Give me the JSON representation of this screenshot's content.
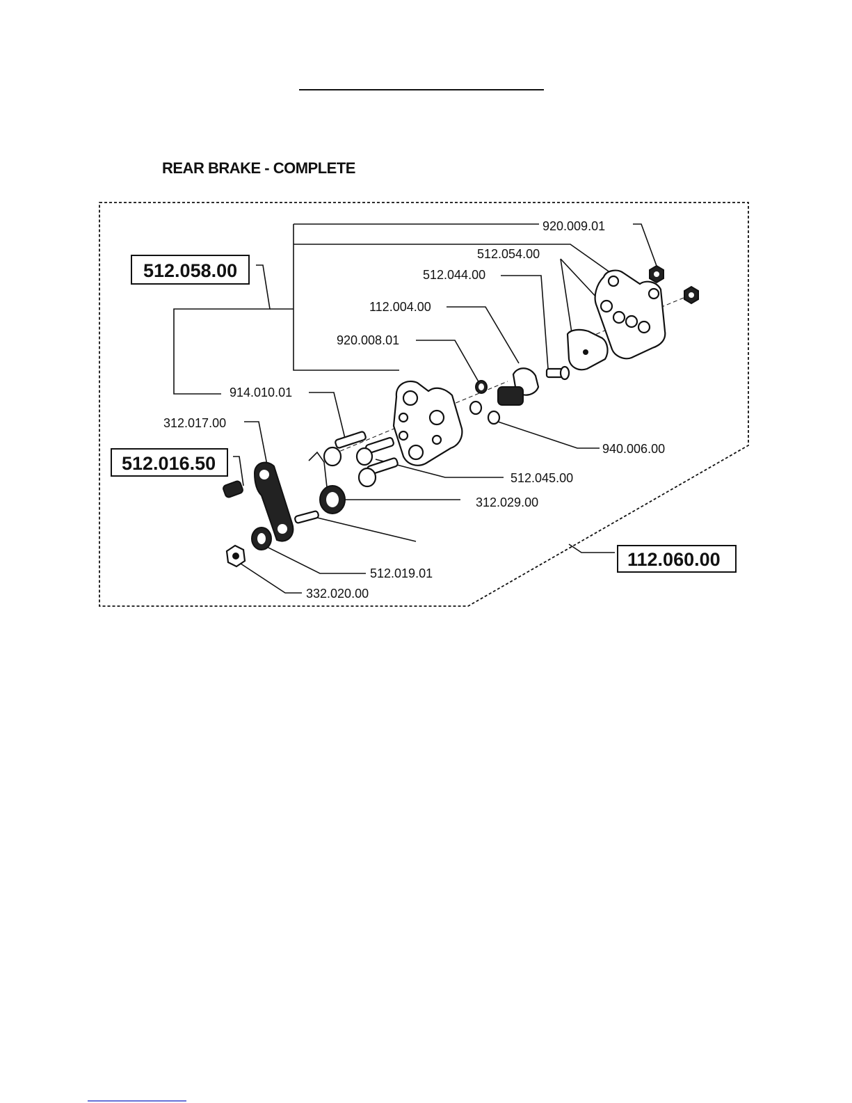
{
  "title": "REAR BRAKE - COMPLETE",
  "assemblies": {
    "main": "512.058.00",
    "link": "512.016.50",
    "complete": "112.060.00"
  },
  "parts": {
    "p920_009_01": "920.009.01",
    "p512_054_00": "512.054.00",
    "p512_044_00": "512.044.00",
    "p112_004_00": "112.004.00",
    "p920_008_01": "920.008.01",
    "p914_010_01": "914.010.01",
    "p312_017_00": "312.017.00",
    "p940_006_00": "940.006.00",
    "p512_045_00": "512.045.00",
    "p312_029_00": "312.029.00",
    "p512_019_01": "512.019.01",
    "p332_020_00": "332.020.00"
  }
}
